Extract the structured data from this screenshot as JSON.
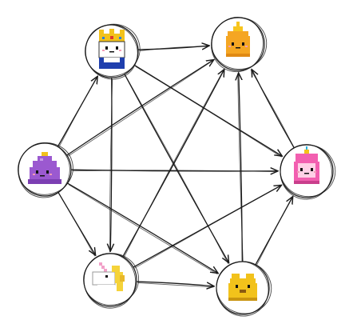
{
  "diagram": {
    "type": "directed-graph",
    "style": "hand-drawn",
    "nodes": [
      {
        "id": "king",
        "icon": "crowned-king-icon",
        "colors": {
          "crown": "#f2c21b",
          "body": "#ffffff",
          "base": "#1f3fae"
        }
      },
      {
        "id": "flame",
        "icon": "flame-princess-icon",
        "colors": {
          "body": "#f5a623",
          "crown": "#f7c51e"
        }
      },
      {
        "id": "lumpy",
        "icon": "lumpy-space-princess-icon",
        "colors": {
          "body": "#9b59d0",
          "crown": "#f2c21b"
        }
      },
      {
        "id": "bubblegum",
        "icon": "princess-bubblegum-icon",
        "colors": {
          "body": "#f25fb0",
          "crown": "#f2c21b"
        }
      },
      {
        "id": "unicorn",
        "icon": "lady-rainicorn-icon",
        "colors": {
          "body": "#ffffff",
          "mane": "#f5d33a",
          "horn": "#f2a0c8"
        }
      },
      {
        "id": "jake",
        "icon": "jake-dog-icon",
        "colors": {
          "body": "#f2c21b"
        }
      }
    ],
    "edges": [
      {
        "from": "king",
        "to": "flame"
      },
      {
        "from": "king",
        "to": "bubblegum"
      },
      {
        "from": "king",
        "to": "unicorn"
      },
      {
        "from": "king",
        "to": "jake"
      },
      {
        "from": "lumpy",
        "to": "king"
      },
      {
        "from": "lumpy",
        "to": "flame"
      },
      {
        "from": "lumpy",
        "to": "bubblegum"
      },
      {
        "from": "lumpy",
        "to": "unicorn"
      },
      {
        "from": "lumpy",
        "to": "jake"
      },
      {
        "from": "unicorn",
        "to": "flame"
      },
      {
        "from": "unicorn",
        "to": "bubblegum"
      },
      {
        "from": "unicorn",
        "to": "jake"
      },
      {
        "from": "jake",
        "to": "flame"
      },
      {
        "from": "jake",
        "to": "bubblegum"
      },
      {
        "from": "bubblegum",
        "to": "flame"
      }
    ]
  }
}
